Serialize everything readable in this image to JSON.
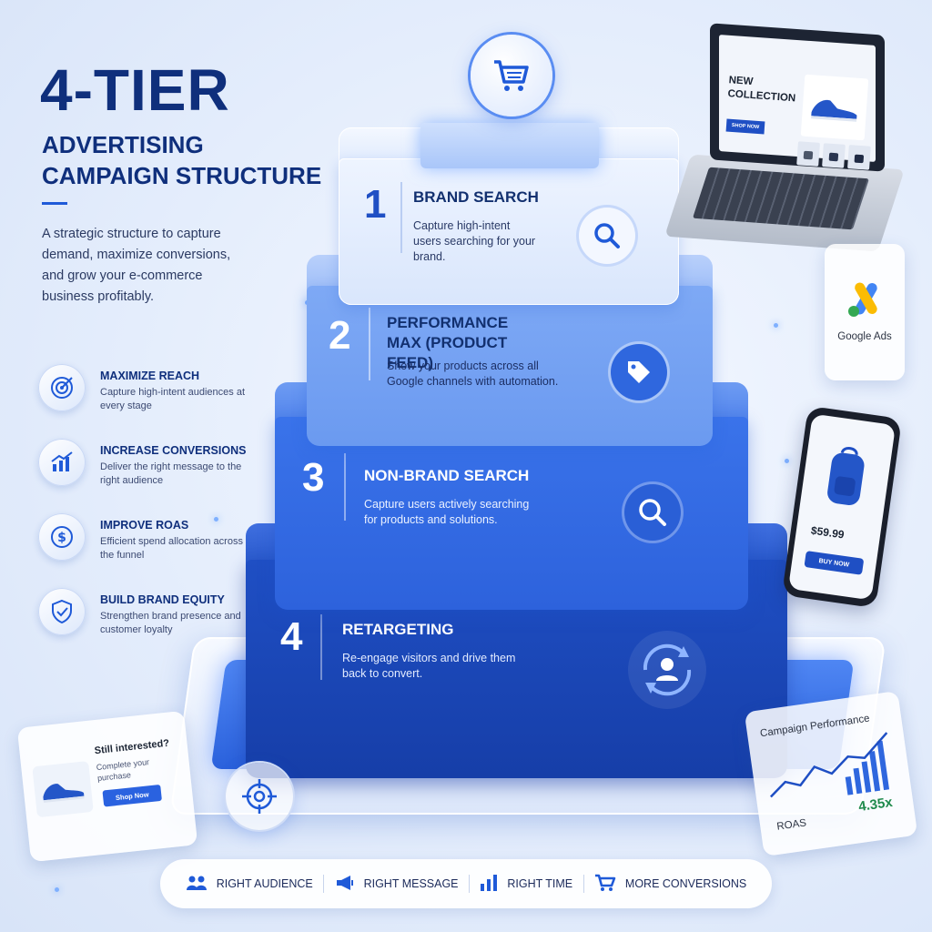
{
  "header": {
    "title_main": "4-TIER",
    "title_line1": "ADVERTISING",
    "title_line2": "CAMPAIGN STRUCTURE",
    "intro": "A strategic structure to capture demand, maximize conversions, and grow your e-commerce business profitably."
  },
  "features": [
    {
      "icon": "target-icon",
      "title": "MAXIMIZE REACH",
      "desc": "Capture high-intent audiences at every stage"
    },
    {
      "icon": "growth-chart-icon",
      "title": "INCREASE CONVERSIONS",
      "desc": "Deliver the right message to the right audience"
    },
    {
      "icon": "dollar-icon",
      "title": "IMPROVE ROAS",
      "desc": "Efficient spend allocation across the funnel"
    },
    {
      "icon": "shield-icon",
      "title": "BUILD BRAND EQUITY",
      "desc": "Strengthen brand presence and customer loyalty"
    }
  ],
  "tiers": [
    {
      "num": "1",
      "title": "BRAND SEARCH",
      "desc": "Capture high-intent users searching for your brand.",
      "icon": "search-icon"
    },
    {
      "num": "2",
      "title": "PERFORMANCE MAX (PRODUCT FEED)",
      "desc": "Show your products across all Google channels with automation.",
      "icon": "tag-icon"
    },
    {
      "num": "3",
      "title": "NON-BRAND SEARCH",
      "desc": "Capture users actively searching for products and solutions.",
      "icon": "search-icon"
    },
    {
      "num": "4",
      "title": "RETARGETING",
      "desc": "Re-engage visitors and drive them back to convert.",
      "icon": "user-cycle-icon"
    }
  ],
  "laptop": {
    "headline": "NEW COLLECTION",
    "button": "SHOP NOW"
  },
  "google_ads": {
    "label": "Google Ads"
  },
  "phone": {
    "price": "$59.99",
    "button": "BUY NOW"
  },
  "retarget_card": {
    "title": "Still interested?",
    "desc": "Complete your purchase",
    "button": "Shop Now"
  },
  "performance": {
    "title": "Campaign Performance",
    "metric": "ROAS",
    "value": "4.35x"
  },
  "bottom_bar": [
    {
      "icon": "audience-icon",
      "label": "RIGHT AUDIENCE"
    },
    {
      "icon": "megaphone-icon",
      "label": "RIGHT MESSAGE"
    },
    {
      "icon": "bar-chart-icon",
      "label": "RIGHT TIME"
    },
    {
      "icon": "cart-icon",
      "label": "MORE CONVERSIONS"
    }
  ],
  "colors": {
    "primary": "#0f2f7c",
    "accent": "#1f5ad8",
    "tier4": "#1f4fc4",
    "tier3": "#3a73ea",
    "tier2": "#7ea9f5",
    "tier1": "#eef4ff",
    "roas_green": "#1f8a4c"
  }
}
